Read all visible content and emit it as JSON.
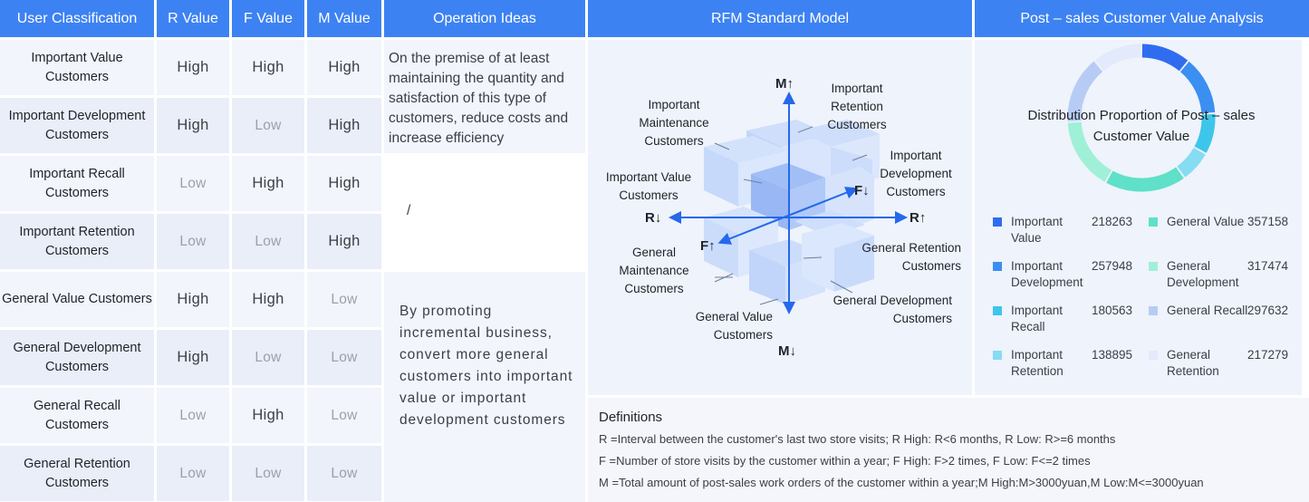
{
  "headers": {
    "classification": "User Classification",
    "r": "R Value",
    "f": "F Value",
    "m": "M Value",
    "operation": "Operation Ideas",
    "rfm": "RFM Standard Model",
    "analysis": "Post – sales Customer Value Analysis"
  },
  "rows": [
    {
      "name": "Important Value Customers",
      "r": "High",
      "f": "High",
      "m": "High"
    },
    {
      "name": "Important Development Customers",
      "r": "High",
      "f": "Low",
      "m": "High"
    },
    {
      "name": "Important Recall Customers",
      "r": "Low",
      "f": "High",
      "m": "High"
    },
    {
      "name": "Important Retention Customers",
      "r": "Low",
      "f": "Low",
      "m": "High"
    },
    {
      "name": "General Value Customers",
      "r": "High",
      "f": "High",
      "m": "Low"
    },
    {
      "name": "General Development Customers",
      "r": "High",
      "f": "Low",
      "m": "Low"
    },
    {
      "name": "General Recall Customers",
      "r": "Low",
      "f": "High",
      "m": "Low"
    },
    {
      "name": "General Retention Customers",
      "r": "Low",
      "f": "Low",
      "m": "Low"
    }
  ],
  "operation_ideas": {
    "group1": "On the premise of at least maintaining the quantity and satisfaction of this type of customers, reduce costs and increase efficiency",
    "group2": "/",
    "group3": "By promoting incremental business, convert more general customers into important value or important development customers"
  },
  "rfm_model": {
    "axis_m_up": "M↑",
    "axis_m_down": "M↓",
    "axis_r_left": "R↓",
    "axis_r_right": "R↑",
    "axis_f_down": "F↓",
    "axis_f_up": "F↑",
    "labels": {
      "important_maintenance": "Important Maintenance Customers",
      "important_retention": "Important Retention Customers",
      "important_development": "Important Development Customers",
      "important_value": "Important Value Customers",
      "general_maintenance": "General Maintenance Customers",
      "general_retention": "General Retention Customers",
      "general_development": "General Development Customers",
      "general_value": "General Value Customers"
    }
  },
  "chart_data": {
    "type": "pie",
    "title": "Distribution Proportion of Post – sales Customer Value",
    "series": [
      {
        "name": "Important Value",
        "value": 218263,
        "color": "#2f6cf0"
      },
      {
        "name": "Important Development",
        "value": 257948,
        "color": "#3a8ff0"
      },
      {
        "name": "Important Recall",
        "value": 180563,
        "color": "#3ec6ea"
      },
      {
        "name": "Important Retention",
        "value": 138895,
        "color": "#86dcf2"
      },
      {
        "name": "General Value",
        "value": 357158,
        "color": "#5fe0c8"
      },
      {
        "name": "General Development",
        "value": 317474,
        "color": "#9ff0d7"
      },
      {
        "name": "General Recall",
        "value": 297632,
        "color": "#b7ccf5"
      },
      {
        "name": "General Retention",
        "value": 217279,
        "color": "#e3eafb"
      }
    ]
  },
  "definitions": {
    "title": "Definitions",
    "r": "R =Interval between the customer's last two store visits; R High: R<6 months, R Low: R>=6 months",
    "f": "F =Number of store visits by the customer within a year;  F High: F>2 times, F Low: F<=2 times",
    "m": "M =Total amount of post-sales work orders of the customer within a year;M High:M>3000yuan,M Low:M<=3000yuan"
  }
}
